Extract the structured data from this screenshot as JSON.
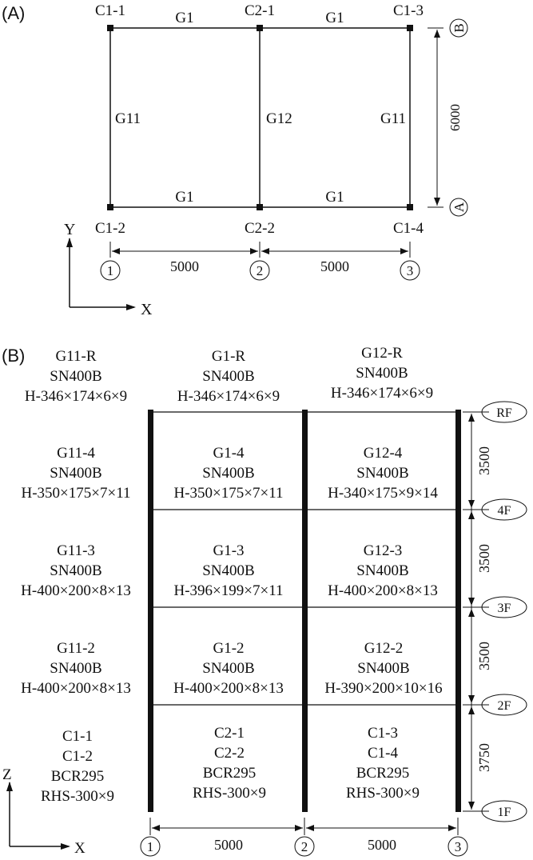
{
  "panelA": {
    "label": "(A)",
    "columns": [
      "C1-1",
      "C2-1",
      "C1-3",
      "C1-2",
      "C2-2",
      "C1-4"
    ],
    "girders_top": [
      "G1",
      "G1"
    ],
    "girders_bottom": [
      "G1",
      "G1"
    ],
    "girders_vertical": [
      "G11",
      "G12",
      "G11"
    ],
    "grid_numbers": [
      "1",
      "2",
      "3"
    ],
    "grid_letters": [
      "B",
      "A"
    ],
    "span_x": [
      "5000",
      "5000"
    ],
    "span_y": "6000",
    "axis_y": "Y",
    "axis_x": "X"
  },
  "panelB": {
    "label": "(B)",
    "rows": [
      [
        [
          "G11-R",
          "SN400B",
          "H-346×174×6×9"
        ],
        [
          "G1-R",
          "SN400B",
          "H-346×174×6×9"
        ],
        [
          "G12-R",
          "SN400B",
          "H-346×174×6×9"
        ]
      ],
      [
        [
          "G11-4",
          "SN400B",
          "H-350×175×7×11"
        ],
        [
          "G1-4",
          "SN400B",
          "H-350×175×7×11"
        ],
        [
          "G12-4",
          "SN400B",
          "H-340×175×9×14"
        ]
      ],
      [
        [
          "G11-3",
          "SN400B",
          "H-400×200×8×13"
        ],
        [
          "G1-3",
          "SN400B",
          "H-396×199×7×11"
        ],
        [
          "G12-3",
          "SN400B",
          "H-400×200×8×13"
        ]
      ],
      [
        [
          "G11-2",
          "SN400B",
          "H-400×200×8×13"
        ],
        [
          "G1-2",
          "SN400B",
          "H-400×200×8×13"
        ],
        [
          "G12-2",
          "SN400B",
          "H-390×200×10×16"
        ]
      ],
      [
        [
          "C1-1",
          "C1-2",
          "BCR295",
          "RHS-300×9"
        ],
        [
          "C2-1",
          "C2-2",
          "BCR295",
          "RHS-300×9"
        ],
        [
          "C1-3",
          "C1-4",
          "BCR295",
          "RHS-300×9"
        ]
      ]
    ],
    "floors": [
      "RF",
      "4F",
      "3F",
      "2F",
      "1F"
    ],
    "story_heights": [
      "3500",
      "3500",
      "3500",
      "3750"
    ],
    "span_x": [
      "5000",
      "5000"
    ],
    "grid_numbers": [
      "1",
      "2",
      "3"
    ],
    "axis_z": "Z",
    "axis_x": "X"
  }
}
